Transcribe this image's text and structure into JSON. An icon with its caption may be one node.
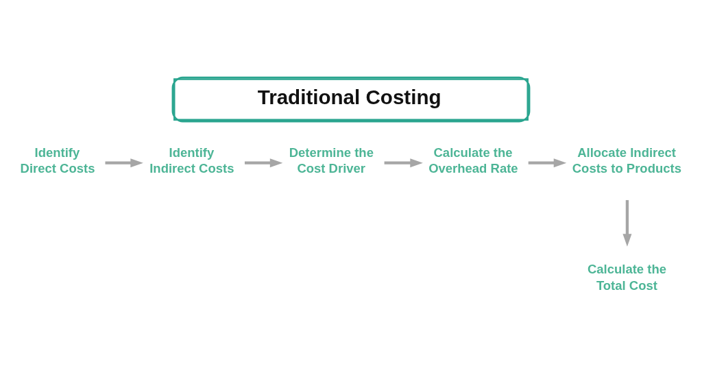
{
  "diagram": {
    "title": "Traditional Costing",
    "nodes": [
      {
        "text": [
          "Identify Direct Costs"
        ]
      },
      {
        "text": [
          "Identify Indirect Costs"
        ]
      },
      {
        "text": [
          "Determine the Cost Driver"
        ]
      },
      {
        "text": [
          "Calculate the Overhead Rate"
        ]
      },
      {
        "text": [
          "Allocate Indirect Costs to Products"
        ]
      },
      {
        "text": [
          "Calculate the Total Cost"
        ]
      }
    ],
    "edges": [
      {
        "from": 0,
        "to": 1,
        "arrow": "to"
      },
      {
        "from": 1,
        "to": 2,
        "arrow": "to"
      },
      {
        "from": 2,
        "to": 3,
        "arrow": "to"
      },
      {
        "from": 3,
        "to": 4,
        "arrow": "to"
      },
      {
        "from": 4,
        "to": 5,
        "arrow": "to"
      }
    ]
  }
}
